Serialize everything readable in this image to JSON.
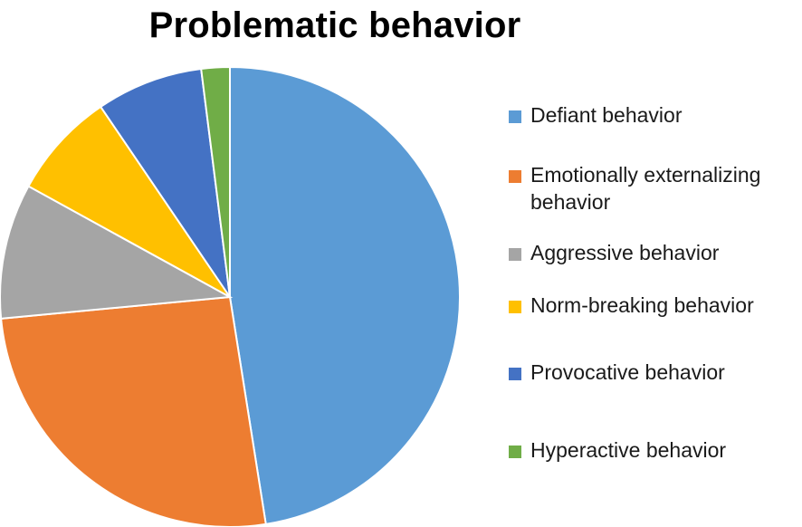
{
  "chart_data": {
    "type": "pie",
    "title": "Problematic behavior",
    "legend_position": "right",
    "slices": [
      {
        "label": "Defiant behavior",
        "value": 47.5,
        "color": "#5B9BD5"
      },
      {
        "label": "Emotionally externalizing behavior",
        "value": 26.0,
        "color": "#ED7D31"
      },
      {
        "label": "Aggressive behavior",
        "value": 9.5,
        "color": "#A5A5A5"
      },
      {
        "label": "Norm-breaking behavior",
        "value": 7.5,
        "color": "#FFC000"
      },
      {
        "label": "Provocative behavior",
        "value": 7.5,
        "color": "#4472C4"
      },
      {
        "label": "Hyperactive behavior",
        "value": 2.0,
        "color": "#70AD47"
      }
    ]
  }
}
